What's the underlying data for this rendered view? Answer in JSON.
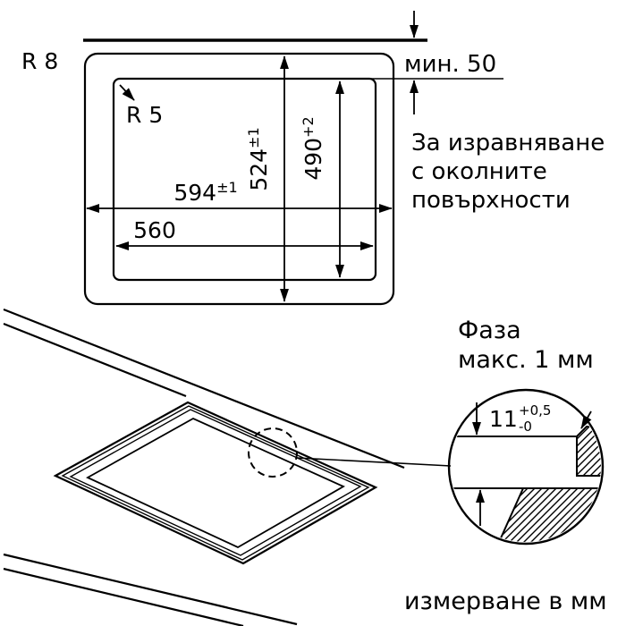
{
  "plan_view": {
    "radius_outer_label": "R 8",
    "radius_inner_label": "R 5",
    "min_clearance_label": "мин. 50",
    "leveling_note": {
      "line1": "За изравняване",
      "line2": "с околните",
      "line3": "повърхности"
    },
    "dims": {
      "appliance_width": {
        "value": "594",
        "tol": "±1"
      },
      "cutout_width": {
        "value": "560"
      },
      "appliance_depth": {
        "value": "524",
        "tol": "±1"
      },
      "cutout_depth": {
        "value": "490",
        "tol": "+2"
      }
    }
  },
  "detail_view": {
    "chamfer_note": {
      "line1": "Фаза",
      "line2": "макс. 1 мм"
    },
    "recess_depth": {
      "value": "11",
      "tol_plus": "+0,5",
      "tol_minus": "-0"
    }
  },
  "footer_note": "измерване в мм",
  "colors": {
    "line": "#000000",
    "background": "#ffffff"
  }
}
